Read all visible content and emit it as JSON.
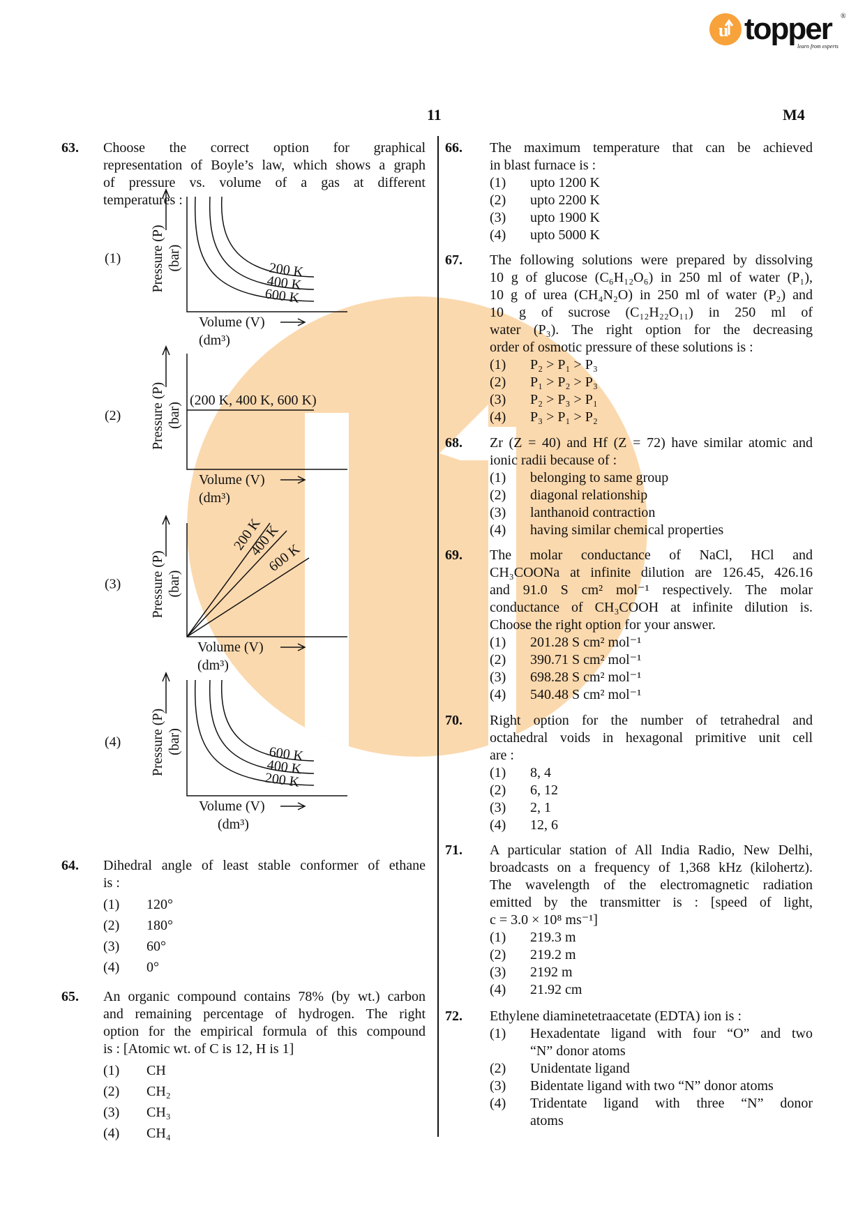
{
  "logo": {
    "brand": "topper",
    "tagline": "learn from experts",
    "registered": "®",
    "accent": "#f7a23b"
  },
  "header": {
    "page_number": "11",
    "paper_code": "M4"
  },
  "watermark": {
    "color": "#fbd9ae"
  },
  "graphs": {
    "ylabel": "Pressure (P)",
    "yunit": "(bar)",
    "xlabel": "Volume (V)",
    "xunit": "(dm³)",
    "g1_labels": [
      "200 K",
      "400 K",
      "600 K"
    ],
    "g2_label": "(200 K, 400 K, 600 K)",
    "g3_labels": [
      "200 K",
      "400 K",
      "600 K"
    ],
    "g4_labels": [
      "600 K",
      "400 K",
      "200 K"
    ],
    "option_labels": [
      "(1)",
      "(2)",
      "(3)",
      "(4)"
    ]
  },
  "questions": [
    {
      "num": "63.",
      "col": "left",
      "lines": [
        "Choose the correct option for graphical",
        "representation of Boyle’s law, which shows a graph",
        "of pressure vs. volume of a gas at different",
        "temperatures :"
      ],
      "options": []
    },
    {
      "num": "64.",
      "col": "left",
      "lines": [
        "Dihedral angle of least stable conformer of ethane",
        "is :"
      ],
      "options": [
        [
          "120°"
        ],
        [
          "180°"
        ],
        [
          "60°"
        ],
        [
          "0°"
        ]
      ]
    },
    {
      "num": "65.",
      "col": "left",
      "lines": [
        "An organic compound contains 78% (by wt.) carbon",
        "and remaining percentage of hydrogen. The right",
        "option for the empirical formula of this compound",
        "is : [Atomic wt. of C is 12, H is 1]"
      ],
      "options": [
        [
          "CH"
        ],
        [
          "CH₂"
        ],
        [
          "CH₃"
        ],
        [
          "CH₄"
        ]
      ]
    },
    {
      "num": "66.",
      "col": "right",
      "lines": [
        "The maximum temperature that can be achieved",
        "in blast furnace is :"
      ],
      "options": [
        [
          "upto 1200 K"
        ],
        [
          "upto 2200 K"
        ],
        [
          "upto 1900 K"
        ],
        [
          "upto 5000 K"
        ]
      ]
    },
    {
      "num": "67.",
      "col": "right",
      "lines": [
        "The following solutions were prepared by dissolving",
        "10 g of glucose (C₆H₁₂O₆) in 250 ml of water (P₁),",
        "10 g of urea (CH₄N₂O) in 250 ml of water (P₂) and",
        "10 g of sucrose (C₁₂H₂₂O₁₁) in 250 ml of",
        "water (P₃). The right option for the decreasing",
        "order of osmotic pressure of these solutions is :"
      ],
      "options": [
        [
          "P₂ > P₁ > P₃"
        ],
        [
          "P₁ > P₂ > P₃"
        ],
        [
          "P₂ > P₃ > P₁"
        ],
        [
          "P₃ > P₁ > P₂"
        ]
      ]
    },
    {
      "num": "68.",
      "col": "right",
      "lines": [
        "Zr (Z = 40) and Hf (Z = 72) have similar atomic and",
        "ionic radii because of :"
      ],
      "options": [
        [
          "belonging to same group"
        ],
        [
          "diagonal relationship"
        ],
        [
          "lanthanoid contraction"
        ],
        [
          "having similar chemical properties"
        ]
      ]
    },
    {
      "num": "69.",
      "col": "right",
      "lines": [
        "The molar conductance of NaCl, HCl and",
        "CH₃COONa at infinite dilution are 126.45, 426.16",
        "and 91.0 S cm² mol⁻¹ respectively. The molar",
        "conductance of CH₃COOH at infinite dilution is.",
        "Choose the right option for your answer."
      ],
      "options": [
        [
          "201.28 S cm² mol⁻¹"
        ],
        [
          "390.71 S cm² mol⁻¹"
        ],
        [
          "698.28 S cm² mol⁻¹"
        ],
        [
          "540.48 S cm² mol⁻¹"
        ]
      ]
    },
    {
      "num": "70.",
      "col": "right",
      "lines": [
        "Right option for the number of tetrahedral and",
        "octahedral voids in hexagonal primitive unit cell",
        "are :"
      ],
      "options": [
        [
          "8, 4"
        ],
        [
          "6, 12"
        ],
        [
          "2, 1"
        ],
        [
          "12, 6"
        ]
      ]
    },
    {
      "num": "71.",
      "col": "right",
      "lines": [
        "A particular station of All India Radio, New Delhi,",
        "broadcasts on a frequency of 1,368 kHz (kilohertz).",
        "The wavelength of the electromagnetic radiation",
        "emitted by the transmitter is : [speed of light,",
        "c = 3.0 × 10⁸ ms⁻¹]"
      ],
      "options": [
        [
          "219.3 m"
        ],
        [
          "219.2 m"
        ],
        [
          "2192 m"
        ],
        [
          "21.92 cm"
        ]
      ]
    },
    {
      "num": "72.",
      "col": "right",
      "lines": [
        "Ethylene diaminetetraacetate (EDTA) ion is :"
      ],
      "options": [
        [
          "Hexadentate ligand with four “O” and two",
          "“N” donor atoms"
        ],
        [
          "Unidentate ligand"
        ],
        [
          "Bidentate ligand with two “N” donor atoms"
        ],
        [
          "Tridentate ligand with three “N” donor",
          "atoms"
        ]
      ]
    }
  ],
  "option_numbers": [
    "(1)",
    "(2)",
    "(3)",
    "(4)"
  ]
}
